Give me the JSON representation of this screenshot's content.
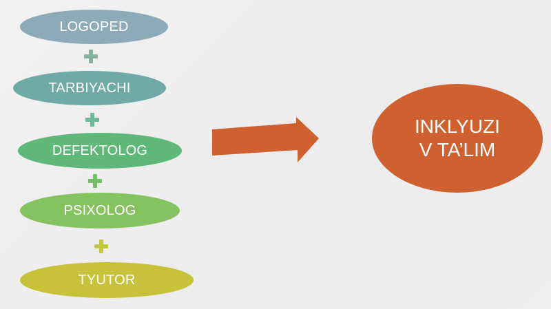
{
  "items": [
    {
      "label": "LOGOPED",
      "color": "#8ea9b7"
    },
    {
      "label": "TARBIYACHI",
      "color": "#6fa9a8"
    },
    {
      "label": "DEFEKTOLOG",
      "color": "#5fb87a"
    },
    {
      "label": "PSIXOLOG",
      "color": "#85c260"
    },
    {
      "label": "TYUTOR",
      "color": "#c7c23a"
    }
  ],
  "plus_colors": [
    "#8ab09e",
    "#6fb89a",
    "#73bd66",
    "#c3c63f"
  ],
  "arrow": {
    "color": "#cf6131"
  },
  "result": {
    "line1": "INKLYUZI",
    "line2": "V TA’LIM",
    "color": "#cf6131"
  }
}
